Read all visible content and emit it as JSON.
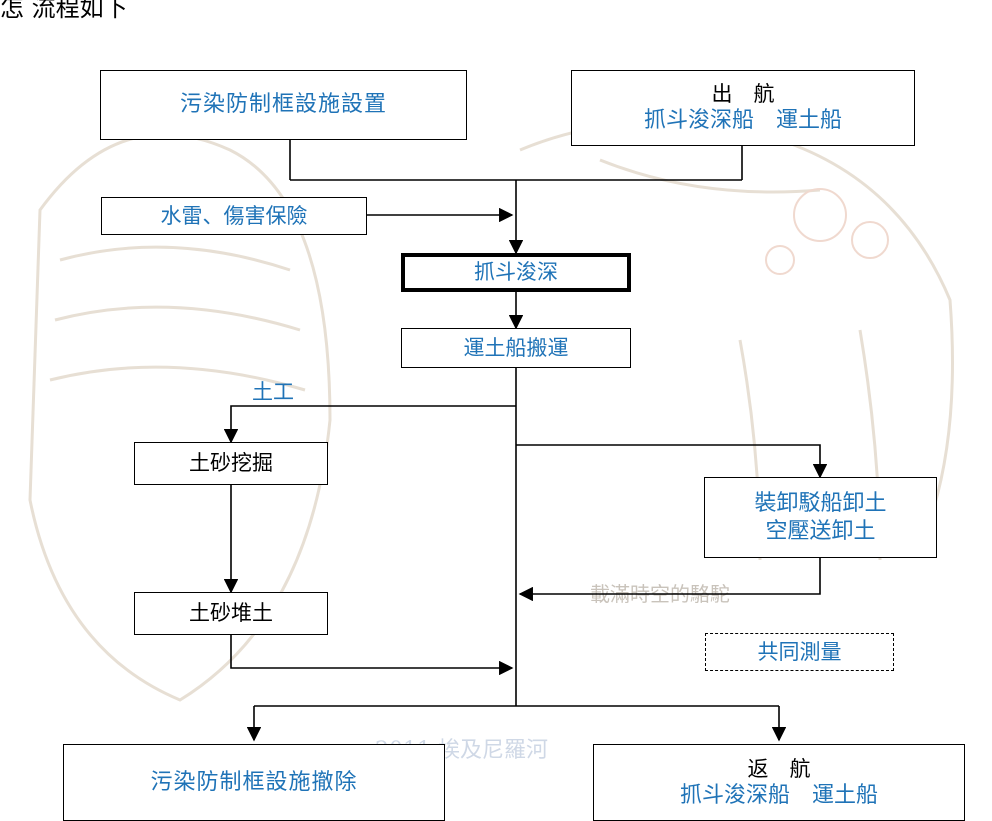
{
  "header_fragment": "怎 流程如下",
  "watermark": {
    "signature": "載滿時空的駱駝",
    "footer": "2011 埃及尼羅河"
  },
  "boxes": {
    "pollution_setup": "污染防制框設施設置",
    "depart_title": "出　航",
    "depart_vessels": "抓斗浚深船　運土船",
    "mine_insurance": "水雷、傷害保險",
    "grab_dredge": "抓斗浚深",
    "barge_transport": "運土船搬運",
    "soil_excavation": "土砂挖掘",
    "soil_piling": "土砂堆土",
    "unload_line1": "裝卸駁船卸土",
    "unload_line2": "空壓送卸土",
    "joint_survey": "共同測量",
    "pollution_removal": "污染防制框設施撤除",
    "return_title": "返　航",
    "return_vessels": "抓斗浚深船　運土船"
  },
  "labels": {
    "earthwork": "土工"
  },
  "colors": {
    "accent_blue": "#1f73b7",
    "line": "#000000",
    "watermark": "#c9c3bb"
  }
}
